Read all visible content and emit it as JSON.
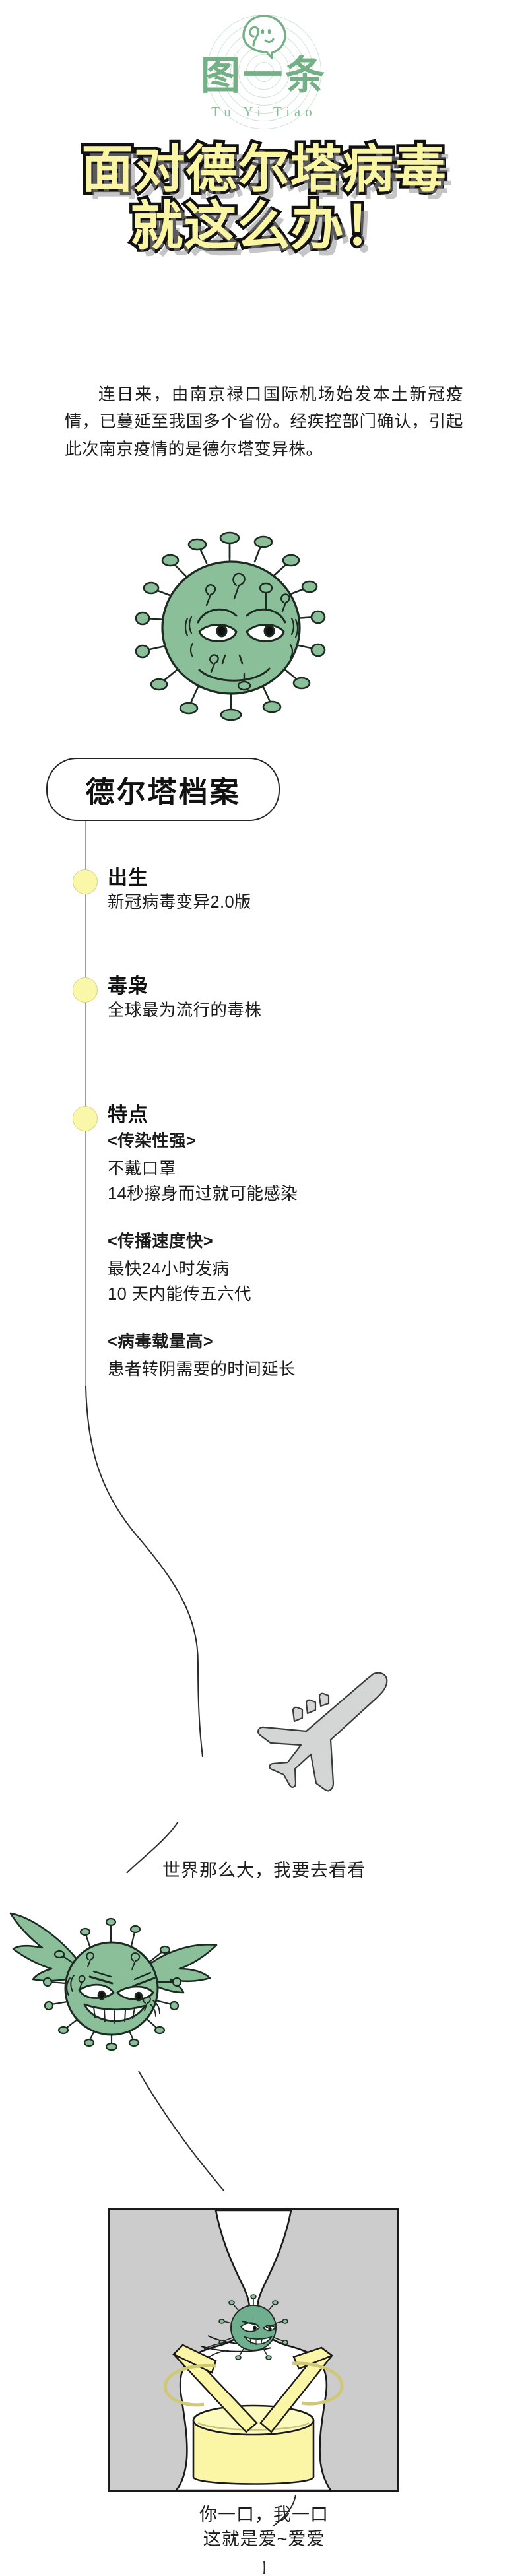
{
  "logo": {
    "brand_cn": "图一条",
    "brand_pinyin": "Tu Yi Tiao",
    "color": "#74b086"
  },
  "title": {
    "line1": "面对德尔塔病毒",
    "line2": "就这么办！",
    "fill_color": "#f9f5a3",
    "stroke_color": "#111111",
    "shadow_color": "#96969b"
  },
  "intro": {
    "paragraph": "连日来，由南京禄口国际机场始发本土新冠疫情，已蔓延至我国多个省份。经疾控部门确认，引起此次南京疫情的是德尔塔变异株。"
  },
  "illustrations": {
    "virus_smug": "smug-virus-illustration",
    "virus_winged": "winged-virus-illustration",
    "airplane": "airplane-silhouette",
    "drink_panel": "two-people-sharing-drink-panel",
    "virus_color": "#8bbf9a",
    "plane_color": "#d3d6d5",
    "straw_color": "#fbf6a6",
    "panel_bg_gray": "#cccccc"
  },
  "profile": {
    "badge_label": "德尔塔档案",
    "dot_color": "#fbf7a8",
    "line_color": "#9b9b9b",
    "items": [
      {
        "heading": "出生",
        "body": "新冠病毒变异2.0版"
      },
      {
        "heading": "毒枭",
        "body": "全球最为流行的毒株"
      },
      {
        "heading": "特点",
        "groups": [
          {
            "subtitle": "<传染性强>",
            "lines": "不戴口罩\n14秒擦身而过就可能感染"
          },
          {
            "subtitle": "<传播速度快>",
            "lines": "最快24小时发病\n10 天内能传五六代"
          },
          {
            "subtitle": "<病毒载量高>",
            "lines": "患者转阴需要的时间延长"
          }
        ]
      }
    ]
  },
  "captions": {
    "travel": "世界那么大，我要去看看",
    "bottom_line1": "你一口，我一口",
    "bottom_line2": "这就是爱~爱爱"
  }
}
